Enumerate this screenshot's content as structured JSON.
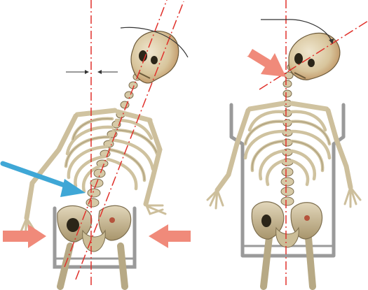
{
  "figure": {
    "panels": [
      {
        "id": "left",
        "subject": "skeleton-leaning-in-chair",
        "support": "low-chair-frame",
        "arrows": [
          "push-left-arrow",
          "push-right-arrow",
          "spine-pressure-arrow"
        ]
      },
      {
        "id": "right",
        "subject": "skeleton-upright-in-chair",
        "support": "tall-lateral-supports",
        "arrows": [
          "neck-pressure-arrow"
        ]
      }
    ],
    "colors": {
      "background": "#ffffff",
      "bone": "#d9cdb0",
      "bone_shade": "#a89a78",
      "skull": "#d4a373",
      "midline": "#e0312b",
      "arrow_salmon": "#f08a7a",
      "arrow_blue": "#3fa7d6",
      "chair_frame": "#9a9a9a",
      "angle_mark": "#333333"
    }
  }
}
